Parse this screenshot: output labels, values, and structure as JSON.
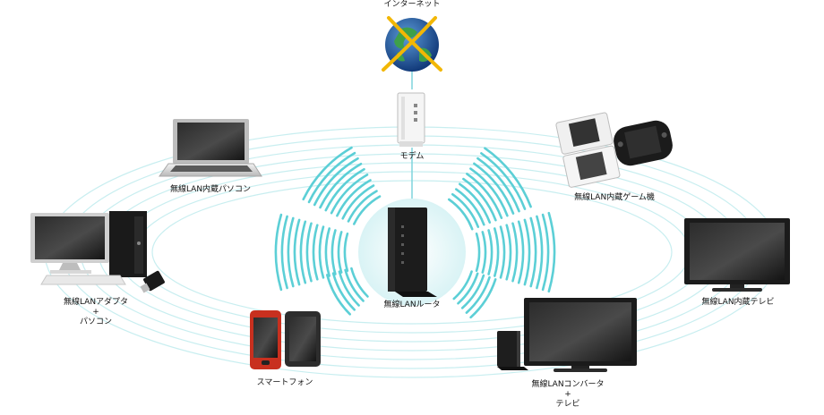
{
  "devices": {
    "internet": "インターネット",
    "modem": "モデム",
    "router": "無線LANルータ",
    "laptop": "無線LAN内蔵パソコン",
    "game": "無線LAN内蔵ゲーム機",
    "desktop_line1": "無線LANアダプタ",
    "desktop_plus": "+",
    "desktop_line2": "パソコン",
    "tv": "無線LAN内蔵テレビ",
    "phone": "スマートフォン",
    "converter_line1": "無線LANコンバータ",
    "converter_plus": "+",
    "converter_line2": "テレビ"
  },
  "colors": {
    "wave": "#5ccfd6",
    "ring": "#c8eef0",
    "hub": "#dff5f7",
    "link": "#7fd4dc"
  }
}
